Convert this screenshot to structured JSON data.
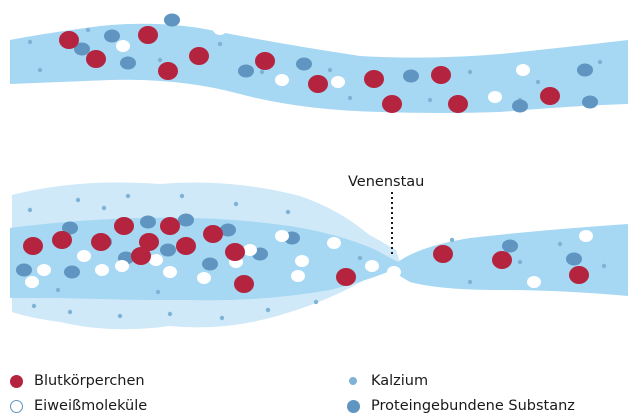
{
  "annotation": {
    "stau_label": "Venenstau"
  },
  "legend": {
    "items": [
      {
        "key": "rbc",
        "label": "Blutkörperchen"
      },
      {
        "key": "protein",
        "label": "Eiweißmoleküle"
      },
      {
        "key": "calcium",
        "label": "Kalzium"
      },
      {
        "key": "bound",
        "label": "Proteingebundene Substanz"
      }
    ]
  },
  "colors": {
    "vessel": "#a6d8f3",
    "vessel_outer": "#cfe9f8",
    "blood_cell": "#b5243f",
    "protein_fill": "#ffffff",
    "calcium": "#7fb3d6",
    "bound_substance": "#5f95c0",
    "text": "#1a1a1a"
  }
}
